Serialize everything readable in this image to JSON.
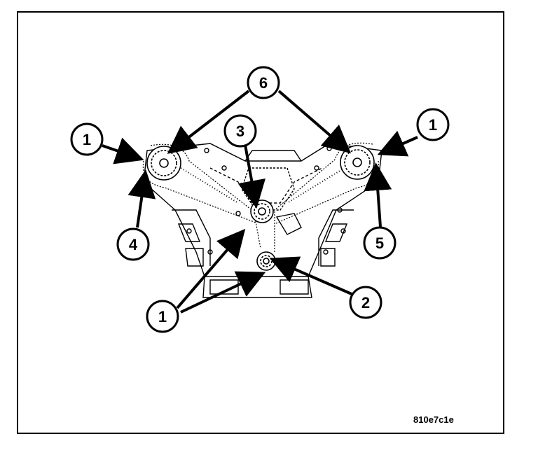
{
  "figure": {
    "code": "810e7c1e",
    "subject": "engine timing chain and sprocket layout"
  },
  "callouts": [
    {
      "id": "c1-left",
      "label": "1"
    },
    {
      "id": "c1-right",
      "label": "1"
    },
    {
      "id": "c1-bottom",
      "label": "1"
    },
    {
      "id": "c2",
      "label": "2"
    },
    {
      "id": "c3",
      "label": "3"
    },
    {
      "id": "c4",
      "label": "4"
    },
    {
      "id": "c5",
      "label": "5"
    },
    {
      "id": "c6",
      "label": "6"
    }
  ],
  "colors": {
    "ink": "#000000",
    "paper": "#ffffff"
  }
}
